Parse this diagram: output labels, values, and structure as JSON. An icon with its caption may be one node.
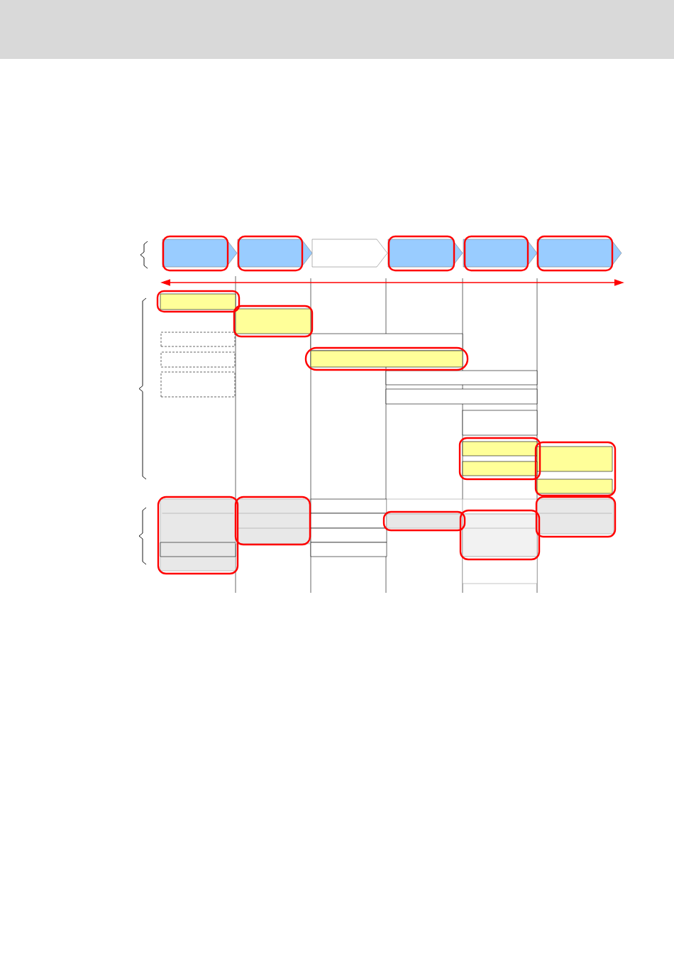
{
  "diagram": {
    "nodes": [
      {
        "text": [],
        "shape": "pentagon"
      },
      {
        "text": [],
        "shape": "pentagon"
      },
      {
        "text": [],
        "shape": "pentagon"
      },
      {
        "text": [],
        "shape": "pentagon"
      },
      {
        "text": [],
        "shape": "pentagon"
      },
      {
        "text": [],
        "shape": "pentagon"
      },
      {
        "text": [],
        "shape": "bar"
      },
      {
        "text": [],
        "shape": "bar"
      },
      {
        "text": [],
        "shape": "box"
      },
      {
        "text": [],
        "shape": "box"
      },
      {
        "text": [],
        "shape": "box"
      },
      {
        "text": [],
        "shape": "bar"
      },
      {
        "text": [],
        "shape": "box"
      },
      {
        "text": [],
        "shape": "box"
      },
      {
        "text": [],
        "shape": "box"
      },
      {
        "text": [],
        "shape": "box"
      },
      {
        "text": [],
        "shape": "bar"
      },
      {
        "text": [],
        "shape": "bar"
      },
      {
        "text": [],
        "shape": "bar"
      },
      {
        "text": [],
        "shape": "bar"
      },
      {
        "text": [],
        "shape": "box"
      },
      {
        "text": [],
        "shape": "box",
        "in": 20
      },
      {
        "text": [],
        "shape": "box"
      },
      {
        "text": [],
        "shape": "box"
      },
      {
        "text": [],
        "shape": "box"
      },
      {
        "text": [],
        "shape": "box"
      },
      {
        "text": [],
        "shape": "box"
      },
      {
        "text": [],
        "shape": "box"
      },
      {
        "text": [],
        "shape": "box"
      },
      {
        "text": [],
        "shape": "box"
      },
      {
        "text": [],
        "shape": "box"
      },
      {
        "text": [],
        "shape": "box"
      },
      {
        "text": [],
        "shape": "box"
      }
    ]
  }
}
